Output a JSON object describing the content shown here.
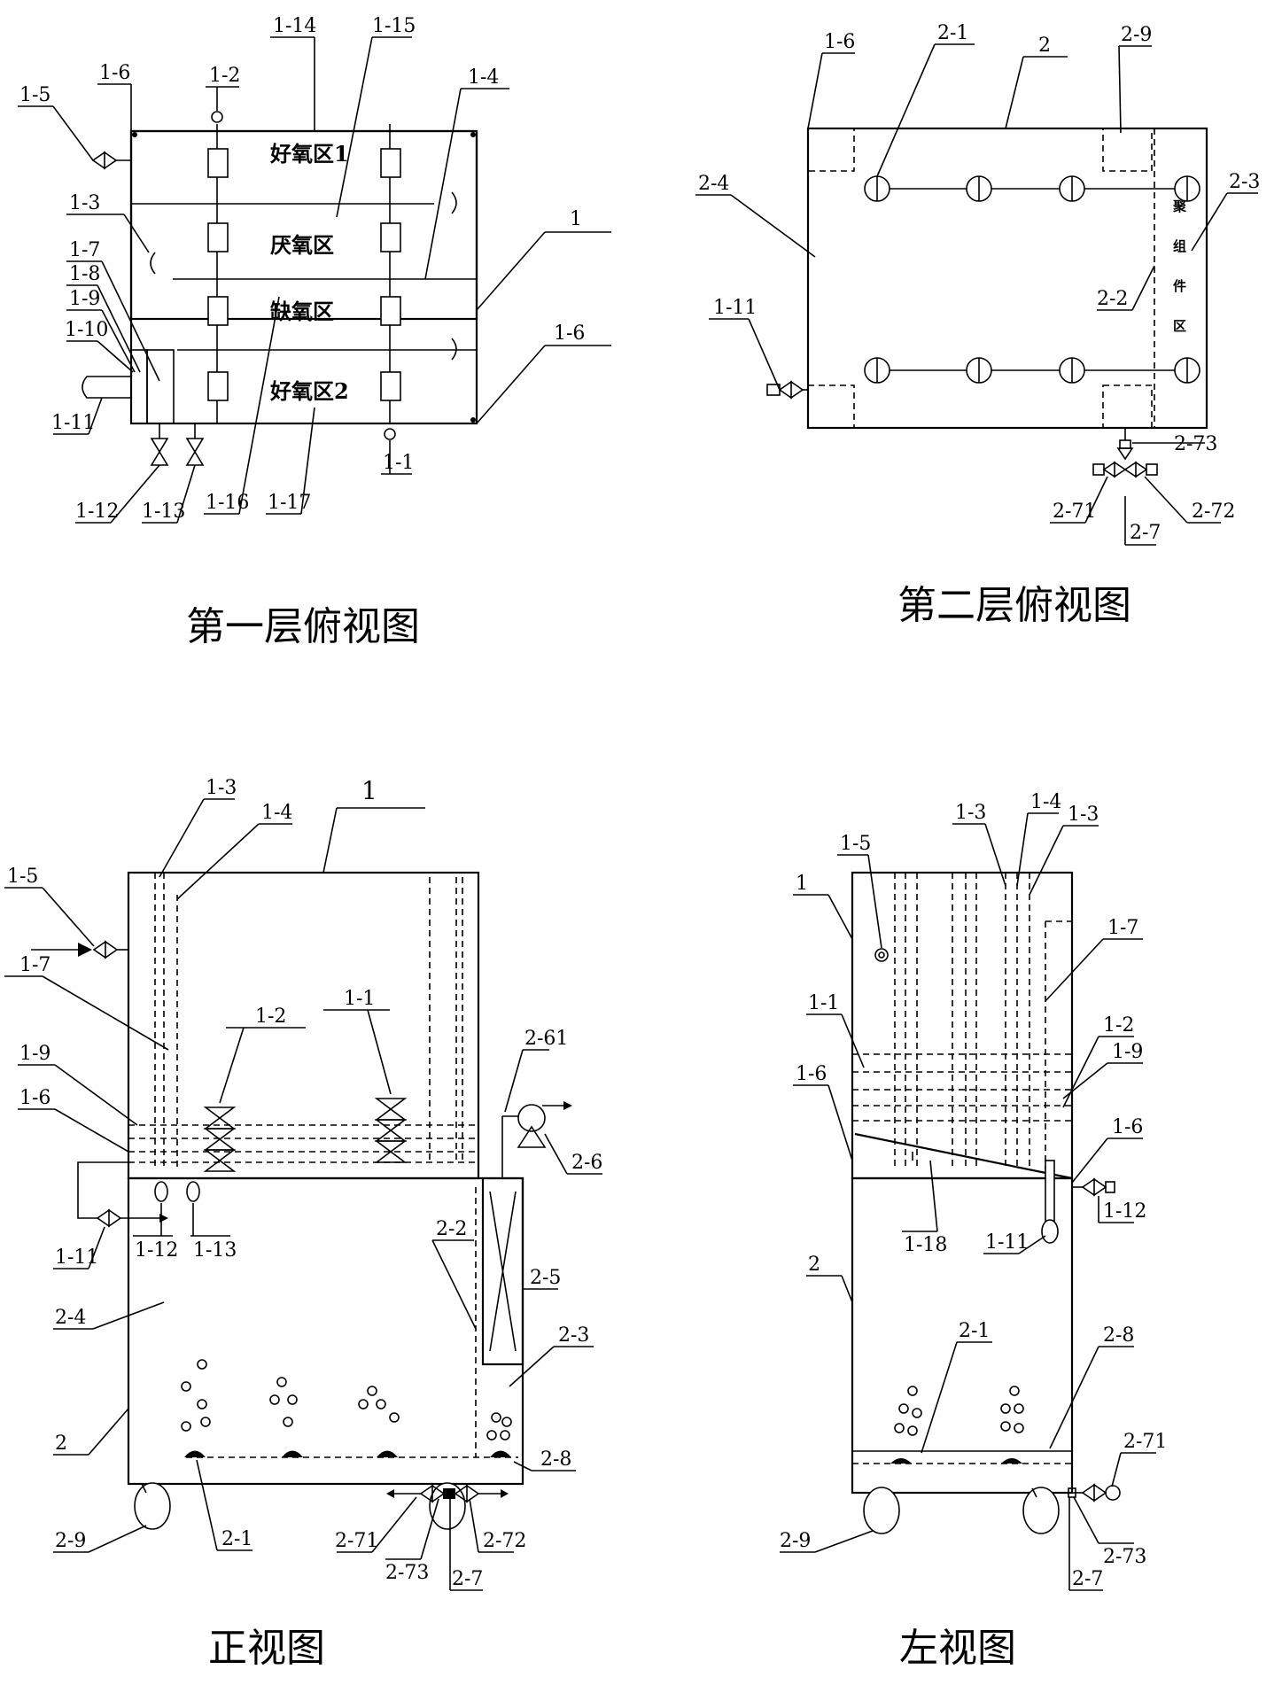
{
  "captions": {
    "top_left": "第一层俯视图",
    "top_right": "第二层俯视图",
    "bottom_left": "正视图",
    "bottom_right": "左视图"
  },
  "zones": {
    "aerobic1": "好氧区1",
    "anaerobic": "厌氧区",
    "anoxic": "缺氧区",
    "aerobic2": "好氧区2",
    "bio_zone_chars": [
      "聚",
      "组",
      "件",
      "区"
    ]
  },
  "view1": {
    "labels": {
      "l1_14": "1-14",
      "l1_15": "1-15",
      "l1_6a": "1-6",
      "l1_2": "1-2",
      "l1_4": "1-4",
      "l1_5": "1-5",
      "l1_3": "1-3",
      "l1": "1",
      "l1_7": "1-7",
      "l1_8": "1-8",
      "l1_9": "1-9",
      "l1_10": "1-10",
      "l1_6b": "1-6",
      "l1_11": "1-11",
      "l1_1": "1-1",
      "l1_12": "1-12",
      "l1_13": "1-13",
      "l1_16": "1-16",
      "l1_17": "1-17"
    }
  },
  "view2": {
    "labels": {
      "l1_6": "1-6",
      "l2_1": "2-1",
      "l2": "2",
      "l2_9": "2-9",
      "l2_4": "2-4",
      "l2_3": "2-3",
      "l2_2": "2-2",
      "l1_11": "1-11",
      "l2_73": "2-73",
      "l2_71": "2-71",
      "l2_72": "2-72",
      "l2_7": "2-7"
    }
  },
  "view3": {
    "labels": {
      "l1_3": "1-3",
      "l1_4": "1-4",
      "l1": "1",
      "l1_5": "1-5",
      "l1_7": "1-7",
      "l1_2": "1-2",
      "l1_1": "1-1",
      "l2_61": "2-61",
      "l1_9": "1-9",
      "l1_6": "1-6",
      "l2_6": "2-6",
      "l1_12": "1-12",
      "l1_13": "1-13",
      "l1_11": "1-11",
      "l2_2": "2-2",
      "l2_5": "2-5",
      "l2_4": "2-4",
      "l2_3": "2-3",
      "l2": "2",
      "l2_8": "2-8",
      "l2_1": "2-1",
      "l2_9": "2-9",
      "l2_71": "2-71",
      "l2_73": "2-73",
      "l2_72": "2-72",
      "l2_7": "2-7"
    }
  },
  "view4": {
    "labels": {
      "l1_5": "1-5",
      "l1_3a": "1-3",
      "l1_4": "1-4",
      "l1_3b": "1-3",
      "l1": "1",
      "l1_7": "1-7",
      "l1_1": "1-1",
      "l1_2": "1-2",
      "l1_9": "1-9",
      "l1_6a": "1-6",
      "l1_6b": "1-6",
      "l1_18": "1-18",
      "l1_11": "1-11",
      "l1_12": "1-12",
      "l2": "2",
      "l2_1": "2-1",
      "l2_8": "2-8",
      "l2_71": "2-71",
      "l2_9": "2-9",
      "l2_73": "2-73",
      "l2_7": "2-7"
    }
  }
}
